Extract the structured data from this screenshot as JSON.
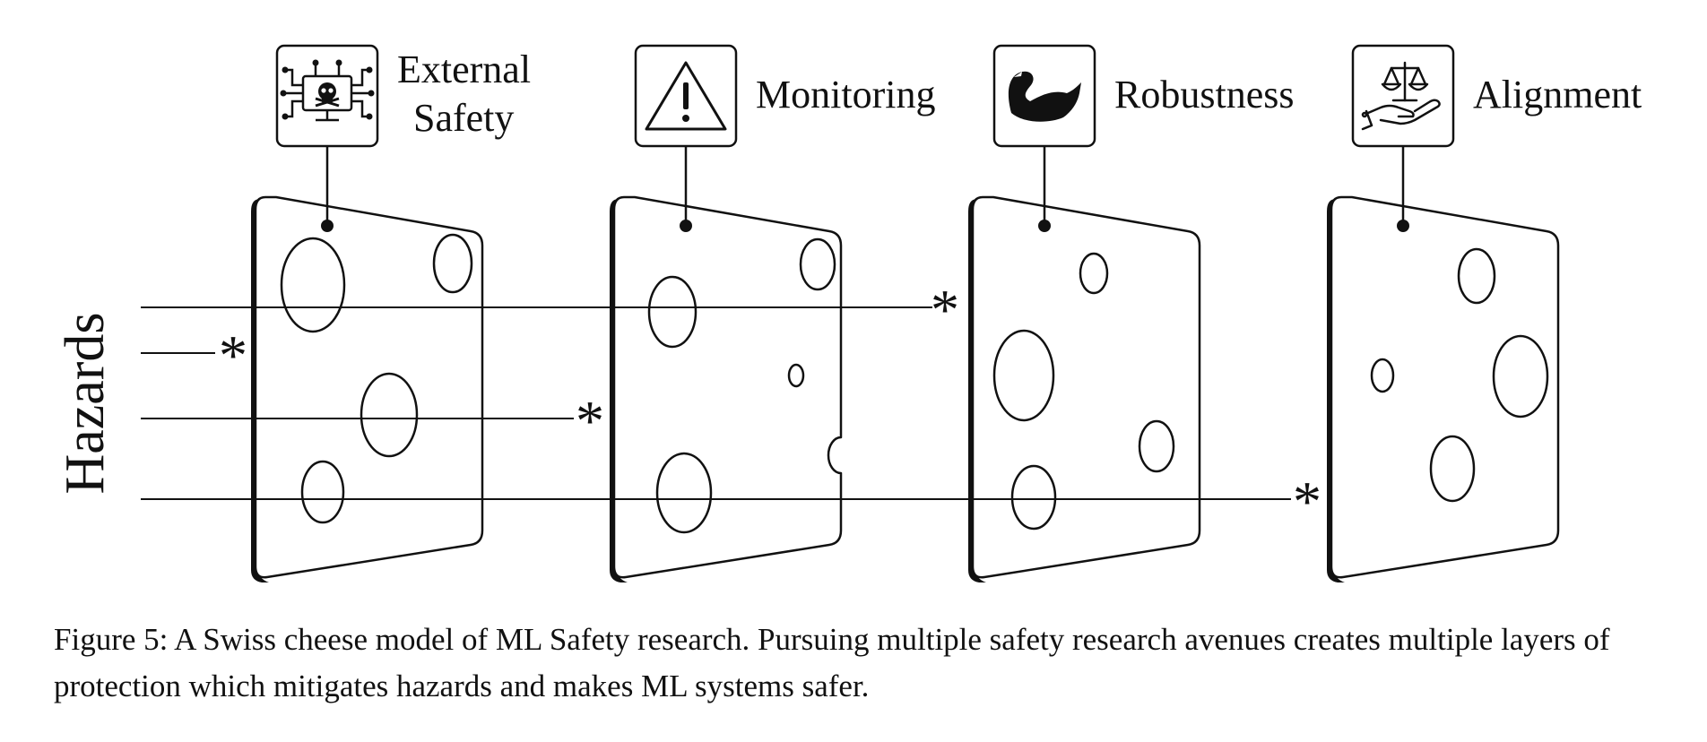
{
  "diagram": {
    "side_label": "Hazards",
    "layers": [
      {
        "label_lines": [
          "External",
          "Safety"
        ],
        "icon": "skull-circuit-icon"
      },
      {
        "label_lines": [
          "Monitoring"
        ],
        "icon": "warning-triangle-icon"
      },
      {
        "label_lines": [
          "Robustness"
        ],
        "icon": "black-swan-icon"
      },
      {
        "label_lines": [
          "Alignment"
        ],
        "icon": "scales-hand-icon"
      }
    ],
    "hazard_marker": "*"
  },
  "caption": "Figure 5: A Swiss cheese model of ML Safety research. Pursuing multiple safety research avenues creates multiple layers of protection which mitigates hazards and makes ML systems safer."
}
